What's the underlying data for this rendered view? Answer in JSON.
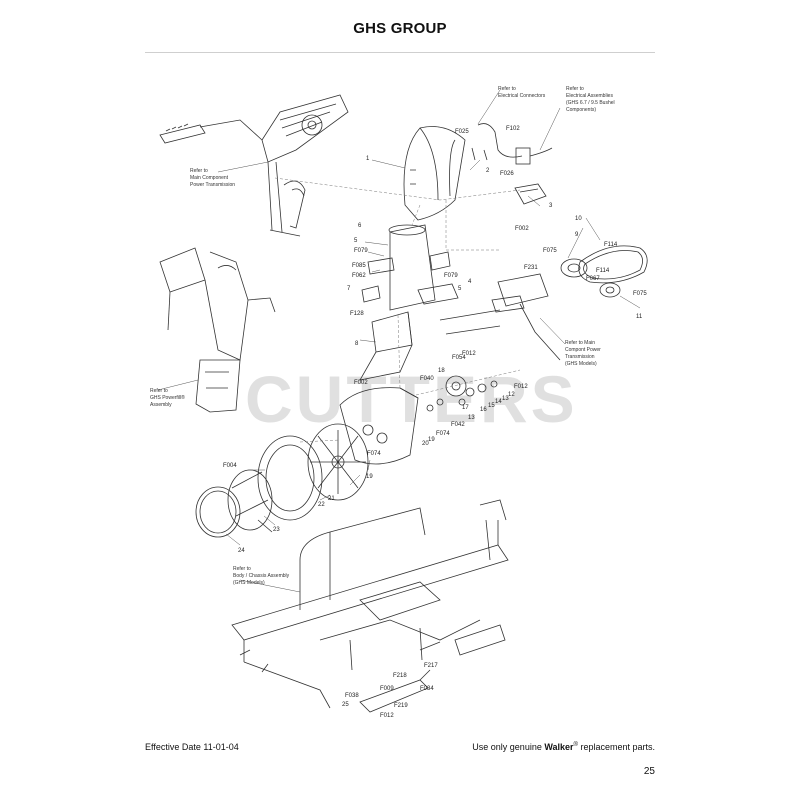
{
  "page": {
    "title": "GHS GROUP",
    "watermark": "CUTTERS",
    "footer_left": "Effective Date 11-01-04",
    "footer_right_prefix": "Use only genuine ",
    "footer_right_brand": "Walker",
    "footer_right_reg": "®",
    "footer_right_suffix": " replacement parts.",
    "page_number": "25"
  },
  "notes": {
    "electrical_connectors": [
      "Refer to",
      "Electrical Connectors"
    ],
    "electrical_assemblies": [
      "Refer to",
      "Electrical Assemblies",
      "(GHS 6.7 / 9.5 Bushel",
      "Components)"
    ],
    "main_component": [
      "Refer to",
      "Main Component",
      "Power Transmission"
    ],
    "powerfill": [
      "Refer to",
      "GHS Powerfill®",
      "Assembly"
    ],
    "main_compont_ghs": [
      "Refer to Main",
      "Compont Power",
      "Transmission",
      "(GHS Models)"
    ],
    "body_chassis": [
      "Refer to",
      "Body / Chassis Assembly",
      "(GHS Models)"
    ]
  },
  "callouts": {
    "n1": "1",
    "n2": "2",
    "n3": "3",
    "n4": "4",
    "n5a": "5",
    "n5b": "5",
    "n6": "6",
    "n7": "7",
    "n8": "8",
    "n9": "9",
    "n10": "10",
    "n11": "11",
    "n12": "12",
    "n13a": "13",
    "n13b": "13",
    "n14": "14",
    "n15": "15",
    "n16": "16",
    "n17": "17",
    "n18": "18",
    "n19a": "19",
    "n19b": "19",
    "n20": "20",
    "n21": "21",
    "n22": "22",
    "n23": "23",
    "n24": "24",
    "n25": "25",
    "f025": "F025",
    "f102": "F102",
    "f026": "F026",
    "f002a": "F002",
    "f075a": "F075",
    "f114a": "F114",
    "f114b": "F114",
    "f067": "F067",
    "f075b": "F075",
    "f079a": "F079",
    "f085": "F085",
    "f062": "F062",
    "f079b": "F079",
    "f231": "F231",
    "f128": "F128",
    "f012a": "F012",
    "f054": "F054",
    "f002b": "F002",
    "f040": "F040",
    "f012b": "F012",
    "f042": "F042",
    "f074a": "F074",
    "f074b": "F074",
    "f004": "F004",
    "f217": "F217",
    "f218": "F218",
    "f009": "F009",
    "f034": "F034",
    "f038": "F038",
    "f219": "F219",
    "f012c": "F012"
  }
}
